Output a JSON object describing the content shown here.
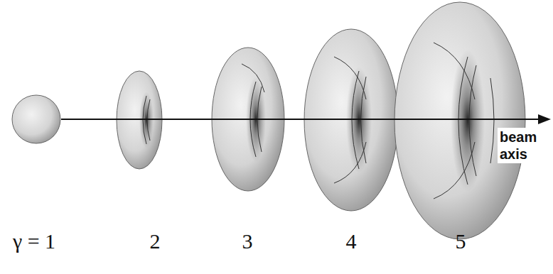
{
  "diagram": {
    "labels": [
      "beam axis",
      "γ = 1",
      "2",
      "3",
      "4",
      "5"
    ]
  }
}
